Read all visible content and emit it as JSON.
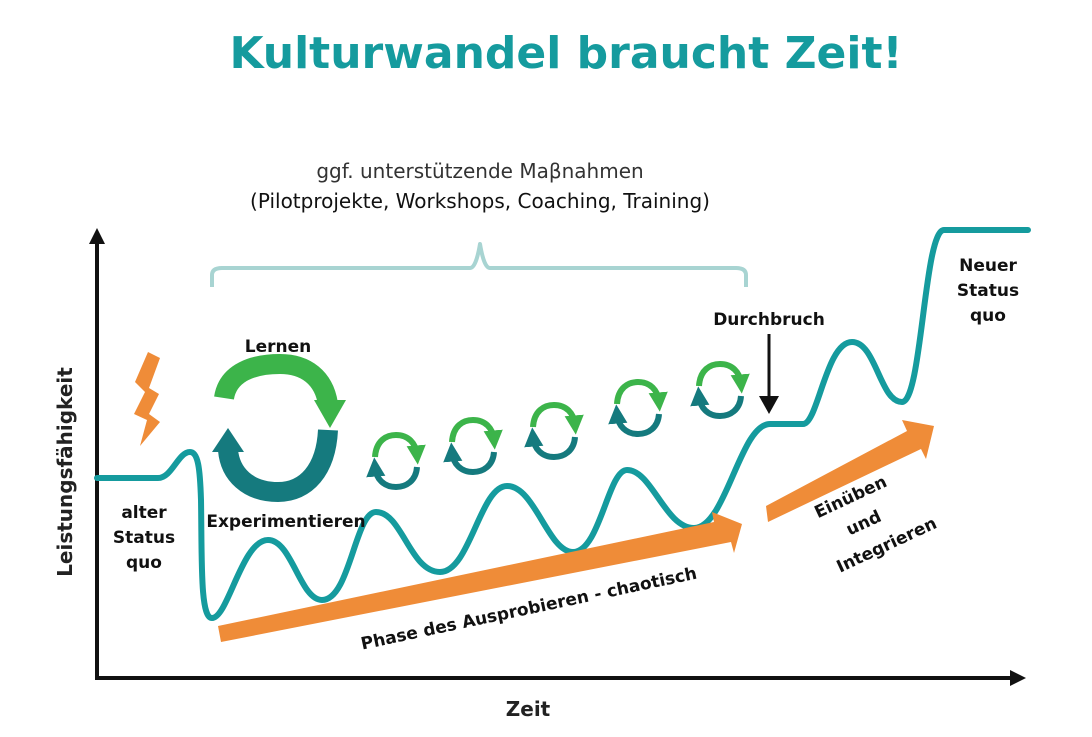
{
  "title": "Kulturwandel braucht Zeit!",
  "measures": {
    "line1": "ggf. unterstützende Maβnahmen",
    "line2": "(Pilotprojekte, Workshops, Coaching, Training)"
  },
  "cycle": {
    "top_label": "Lernen",
    "bottom_label": "Experimentieren"
  },
  "old_status": [
    "alter",
    "Status",
    "quo"
  ],
  "new_status": [
    "Neuer",
    "Status",
    "quo"
  ],
  "breakthrough": "Durchbruch",
  "phase_label": "Phase des Ausprobieren - chaotisch",
  "integrate": [
    "Einüben",
    "und",
    "Integrieren"
  ],
  "axes": {
    "y": "Leistungsfähigkeit",
    "x": "Zeit"
  },
  "colors": {
    "teal": "#159b9e",
    "teal_dark": "#157a7e",
    "green": "#3cb44a",
    "orange": "#ef8c38",
    "axis": "#111111",
    "brace": "#a8d4d2",
    "text": "#222222",
    "subtext": "#333333"
  }
}
